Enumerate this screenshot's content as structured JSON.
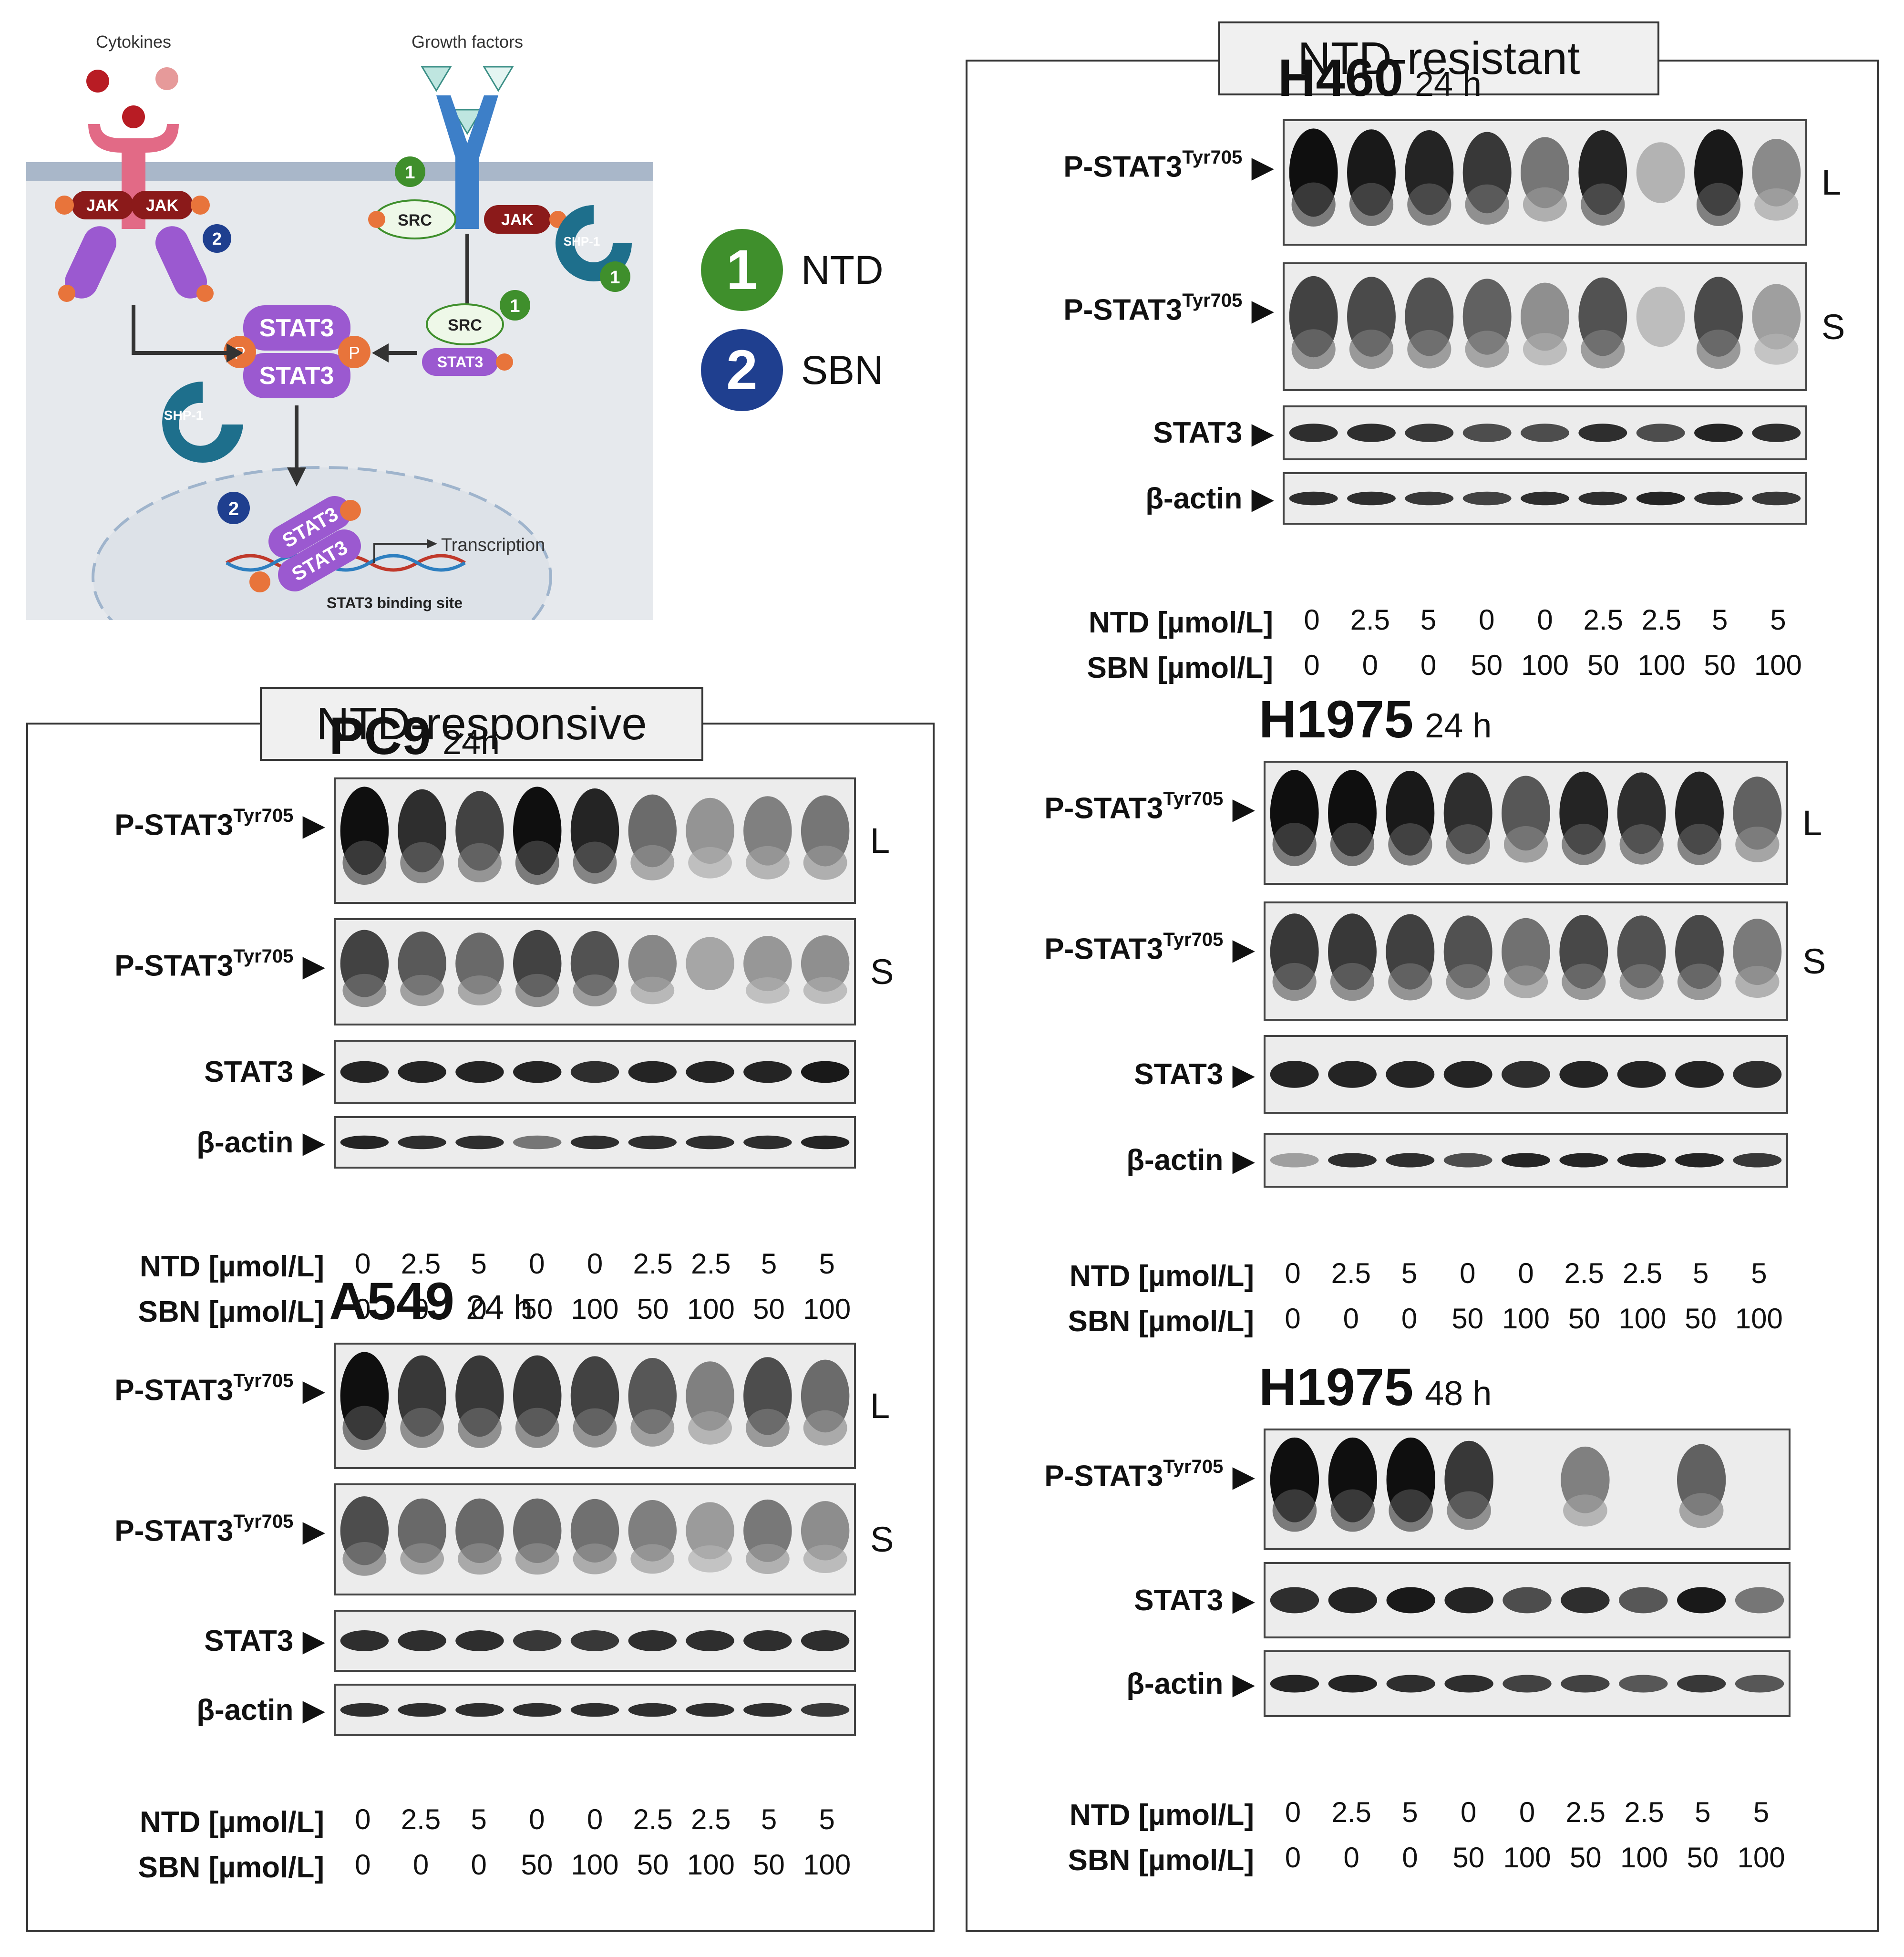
{
  "pathway": {
    "cytokines_label": "Cytokines",
    "growth_factors_label": "Growth factors",
    "jak": "JAK",
    "src": "SRC",
    "stat3": "STAT3",
    "p": "P",
    "shp1": "SHP-1",
    "transcription": "Transcription",
    "binding_site": "STAT3 binding site",
    "marker_1": "1",
    "marker_2": "2",
    "colors": {
      "green": "#3f8f2c",
      "navy": "#1f3f8f",
      "stat3_purple": "#9b59d0",
      "jak_red": "#8b1a1a",
      "p_orange": "#e8743b",
      "receptor_blue": "#3d7fc8",
      "shp_teal": "#1e6f8c",
      "cytokine_red": "#b81c24",
      "membrane": "#a9b7c9"
    }
  },
  "legend": [
    {
      "number": "1",
      "label": "NTD",
      "color": "#3f8f2c"
    },
    {
      "number": "2",
      "label": "SBN",
      "color": "#1f3f8f"
    }
  ],
  "panels": {
    "responsive_title": "NTD-responsive",
    "resistant_title": "NTD-resistant"
  },
  "labels": {
    "pstat3": "P-STAT3",
    "pstat3_sup": "Tyr705",
    "stat3": "STAT3",
    "actin": "β-actin",
    "ntd": "NTD [µmol/L]",
    "sbn": "SBN [µmol/L]",
    "long": "L",
    "short": "S"
  },
  "conditions": {
    "ntd": [
      "0",
      "2.5",
      "5",
      "0",
      "0",
      "2.5",
      "2.5",
      "5",
      "5"
    ],
    "sbn": [
      "0",
      "0",
      "0",
      "50",
      "100",
      "50",
      "100",
      "50",
      "100"
    ]
  },
  "blots": {
    "pc9": {
      "line": "PC9",
      "time": "24h"
    },
    "a549": {
      "line": "A549",
      "time": "24 h"
    },
    "h460": {
      "line": "H460",
      "time": "24 h"
    },
    "h1975_24": {
      "line": "H1975",
      "time": "24 h"
    },
    "h1975_48": {
      "line": "H1975",
      "time": "48 h"
    }
  },
  "band_intensity": {
    "pc9_p": [
      1.0,
      0.85,
      0.75,
      1.0,
      0.9,
      0.55,
      0.35,
      0.45,
      0.5
    ],
    "pc9_stat3": [
      0.9,
      0.9,
      0.9,
      0.9,
      0.85,
      0.9,
      0.9,
      0.9,
      0.95
    ],
    "pc9_actin": [
      0.9,
      0.85,
      0.85,
      0.5,
      0.85,
      0.85,
      0.85,
      0.85,
      0.9
    ],
    "a549_p": [
      1.0,
      0.8,
      0.8,
      0.8,
      0.75,
      0.65,
      0.45,
      0.7,
      0.55
    ],
    "a549_stat3": [
      0.85,
      0.85,
      0.85,
      0.8,
      0.8,
      0.85,
      0.85,
      0.85,
      0.85
    ],
    "a549_actin": [
      0.85,
      0.85,
      0.85,
      0.85,
      0.85,
      0.85,
      0.85,
      0.85,
      0.8
    ],
    "h460_p": [
      1.0,
      0.95,
      0.9,
      0.8,
      0.5,
      0.9,
      0.2,
      0.95,
      0.4
    ],
    "h460_stat3": [
      0.85,
      0.85,
      0.8,
      0.7,
      0.7,
      0.85,
      0.7,
      0.9,
      0.85
    ],
    "h460_actin": [
      0.85,
      0.85,
      0.8,
      0.75,
      0.85,
      0.85,
      0.9,
      0.85,
      0.8
    ],
    "h1975_24_p": [
      1.0,
      1.0,
      0.95,
      0.85,
      0.65,
      0.9,
      0.85,
      0.9,
      0.6
    ],
    "h1975_24_stat3": [
      0.9,
      0.9,
      0.9,
      0.9,
      0.85,
      0.9,
      0.9,
      0.9,
      0.85
    ],
    "h1975_24_actin": [
      0.3,
      0.85,
      0.85,
      0.7,
      0.9,
      0.9,
      0.9,
      0.9,
      0.8
    ],
    "h1975_48_p": [
      1.0,
      1.0,
      1.0,
      0.8,
      0.0,
      0.45,
      0.0,
      0.6,
      0.0
    ],
    "h1975_48_stat3": [
      0.85,
      0.9,
      0.95,
      0.9,
      0.7,
      0.85,
      0.65,
      0.95,
      0.5
    ],
    "h1975_48_actin": [
      0.9,
      0.9,
      0.85,
      0.85,
      0.75,
      0.75,
      0.65,
      0.8,
      0.65
    ]
  }
}
